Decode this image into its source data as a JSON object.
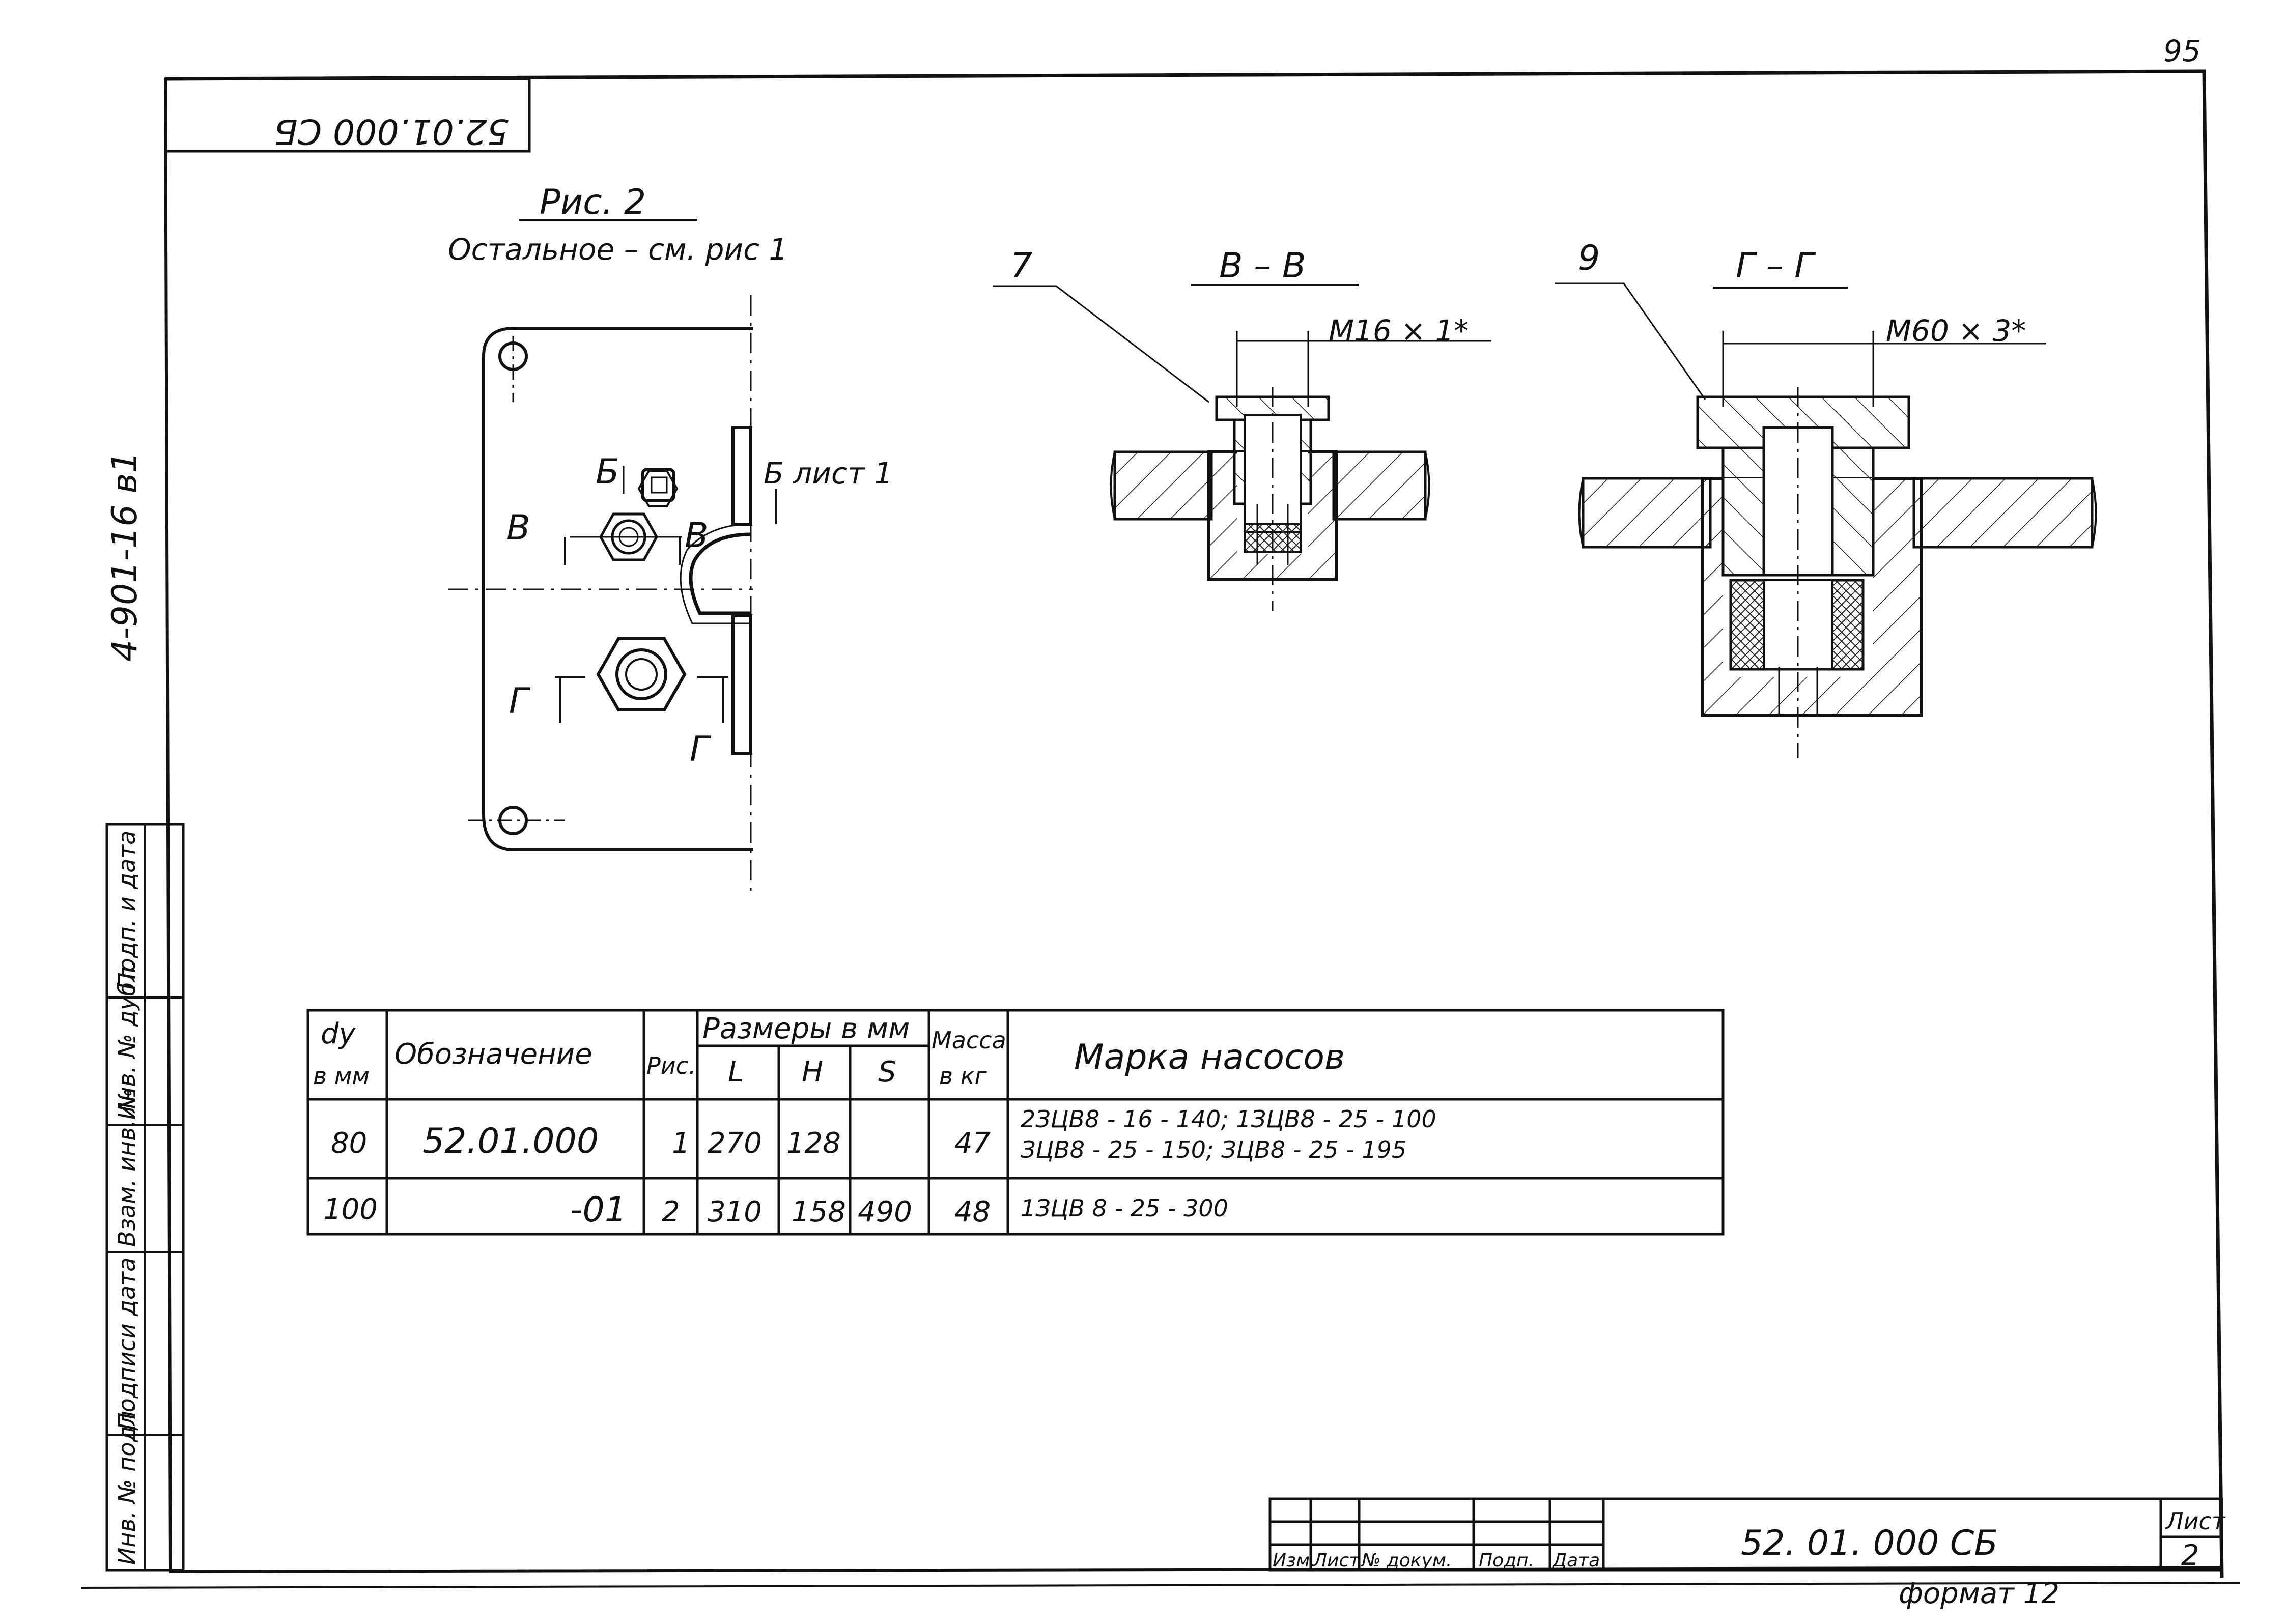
{
  "page_number": "95",
  "corner_stamp": "52.01.000 СБ",
  "side_code": "4-901-16 в1",
  "side_stamps": [
    "Подп. и дата",
    "Инв. № дубл.",
    "Взам. инв. №",
    "Подписи дата",
    "Инв. № подл."
  ],
  "figure": {
    "title": "Рис. 2",
    "subtitle": "Остальное – см. рис 1",
    "labels": {
      "b": "Б",
      "b_ref": "Б лист 1",
      "v": "В",
      "g": "Г"
    }
  },
  "section_vv": {
    "title": "В – В",
    "callout": "7",
    "thread": "М16 × 1*"
  },
  "section_gg": {
    "title": "Г – Г",
    "callout": "9",
    "thread": "М60 × 3*"
  },
  "table": {
    "headers": {
      "dy": "dу",
      "dy_unit": "в мм",
      "designation": "Обозначение",
      "fig": "Рис.",
      "dims": "Размеры в мм",
      "L": "L",
      "H": "H",
      "S": "S",
      "mass": "Масса",
      "mass_unit": "в кг",
      "pumps": "Марка насосов"
    },
    "rows": [
      {
        "dy": "80",
        "designation": "52.01.000",
        "fig": "1",
        "L": "270",
        "H": "128",
        "S": "",
        "mass": "47",
        "pumps_line1": "2ЗЦВ8 - 16 - 140;  1ЗЦВ8 - 25 - 100",
        "pumps_line2": "ЗЦВ8 - 25 - 150;      ЗЦВ8 - 25 - 195"
      },
      {
        "dy": "100",
        "designation": "-01",
        "fig": "2",
        "L": "310",
        "H": "158",
        "S": "490",
        "mass": "48",
        "pumps_line1": "1ЗЦВ 8 - 25 - 300",
        "pumps_line2": ""
      }
    ],
    "shared_S": "490"
  },
  "title_block": {
    "columns": [
      "Изм.",
      "Лист",
      "№ докум.",
      "Подп.",
      "Дата"
    ],
    "doc_code": "52. 01. 000 СБ",
    "sheet_label": "Лист",
    "sheet_number": "2"
  },
  "format": "формат 12"
}
